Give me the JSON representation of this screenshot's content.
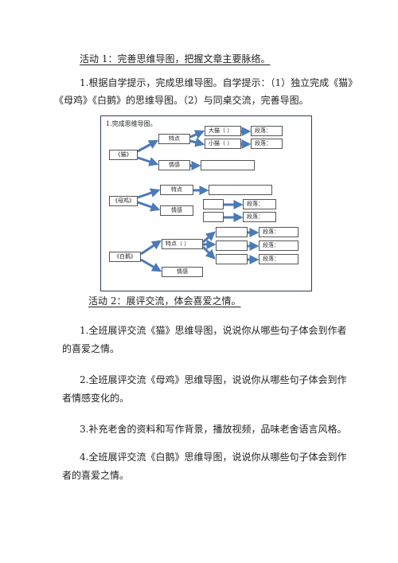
{
  "activity1": {
    "title": "活动 1：完善思维导图，把握文章主要脉络。",
    "instruction_line1": "1.根据自学提示，完成思维导图。自学提示：（1）独立完成《猫》",
    "instruction_line2": "《母鸡》《白鹅》的思维导图。（2）与同桌交流，完善导图。"
  },
  "mindmap": {
    "header": "1.完成思维导图。",
    "cat": {
      "root": "《猫》",
      "trait": "特点",
      "big_cat": "大猫（ ）",
      "small_cat": "小猫（ ）",
      "para1": "段落：",
      "para2": "段落：",
      "emotion": "情感"
    },
    "hen": {
      "root": "《母鸡》",
      "trait": "特点",
      "emotion": "情感",
      "para1": "段落：",
      "para2": "段落："
    },
    "goose": {
      "root": "《白鹅》",
      "trait": "特点（ ）",
      "emotion": "情感",
      "para1": "段落：",
      "para2": "段落：",
      "para3": "段落："
    }
  },
  "activity2": {
    "title": "活动 2：展评交流，体会喜爱之情。",
    "item1_line1": "1.全班展评交流《猫》思维导图，说说你从哪些句子体会到作者",
    "item1_line2": "的喜爱之情。",
    "item2_line1": "2.全班展评交流《母鸡》思维导图，说说你从哪些句子体会到作",
    "item2_line2": "者情感变化的。",
    "item3": "3.补充老舍的资料和写作背景，播放视频，品味老舍语言风格。",
    "item4_line1": "4.全班展评交流《白鹅》思维导图，说说你从哪些句子体会到作",
    "item4_line2": "者的喜爱之情。"
  },
  "colors": {
    "arrow": "#4a7ab8",
    "frame": "#2b3f63"
  }
}
